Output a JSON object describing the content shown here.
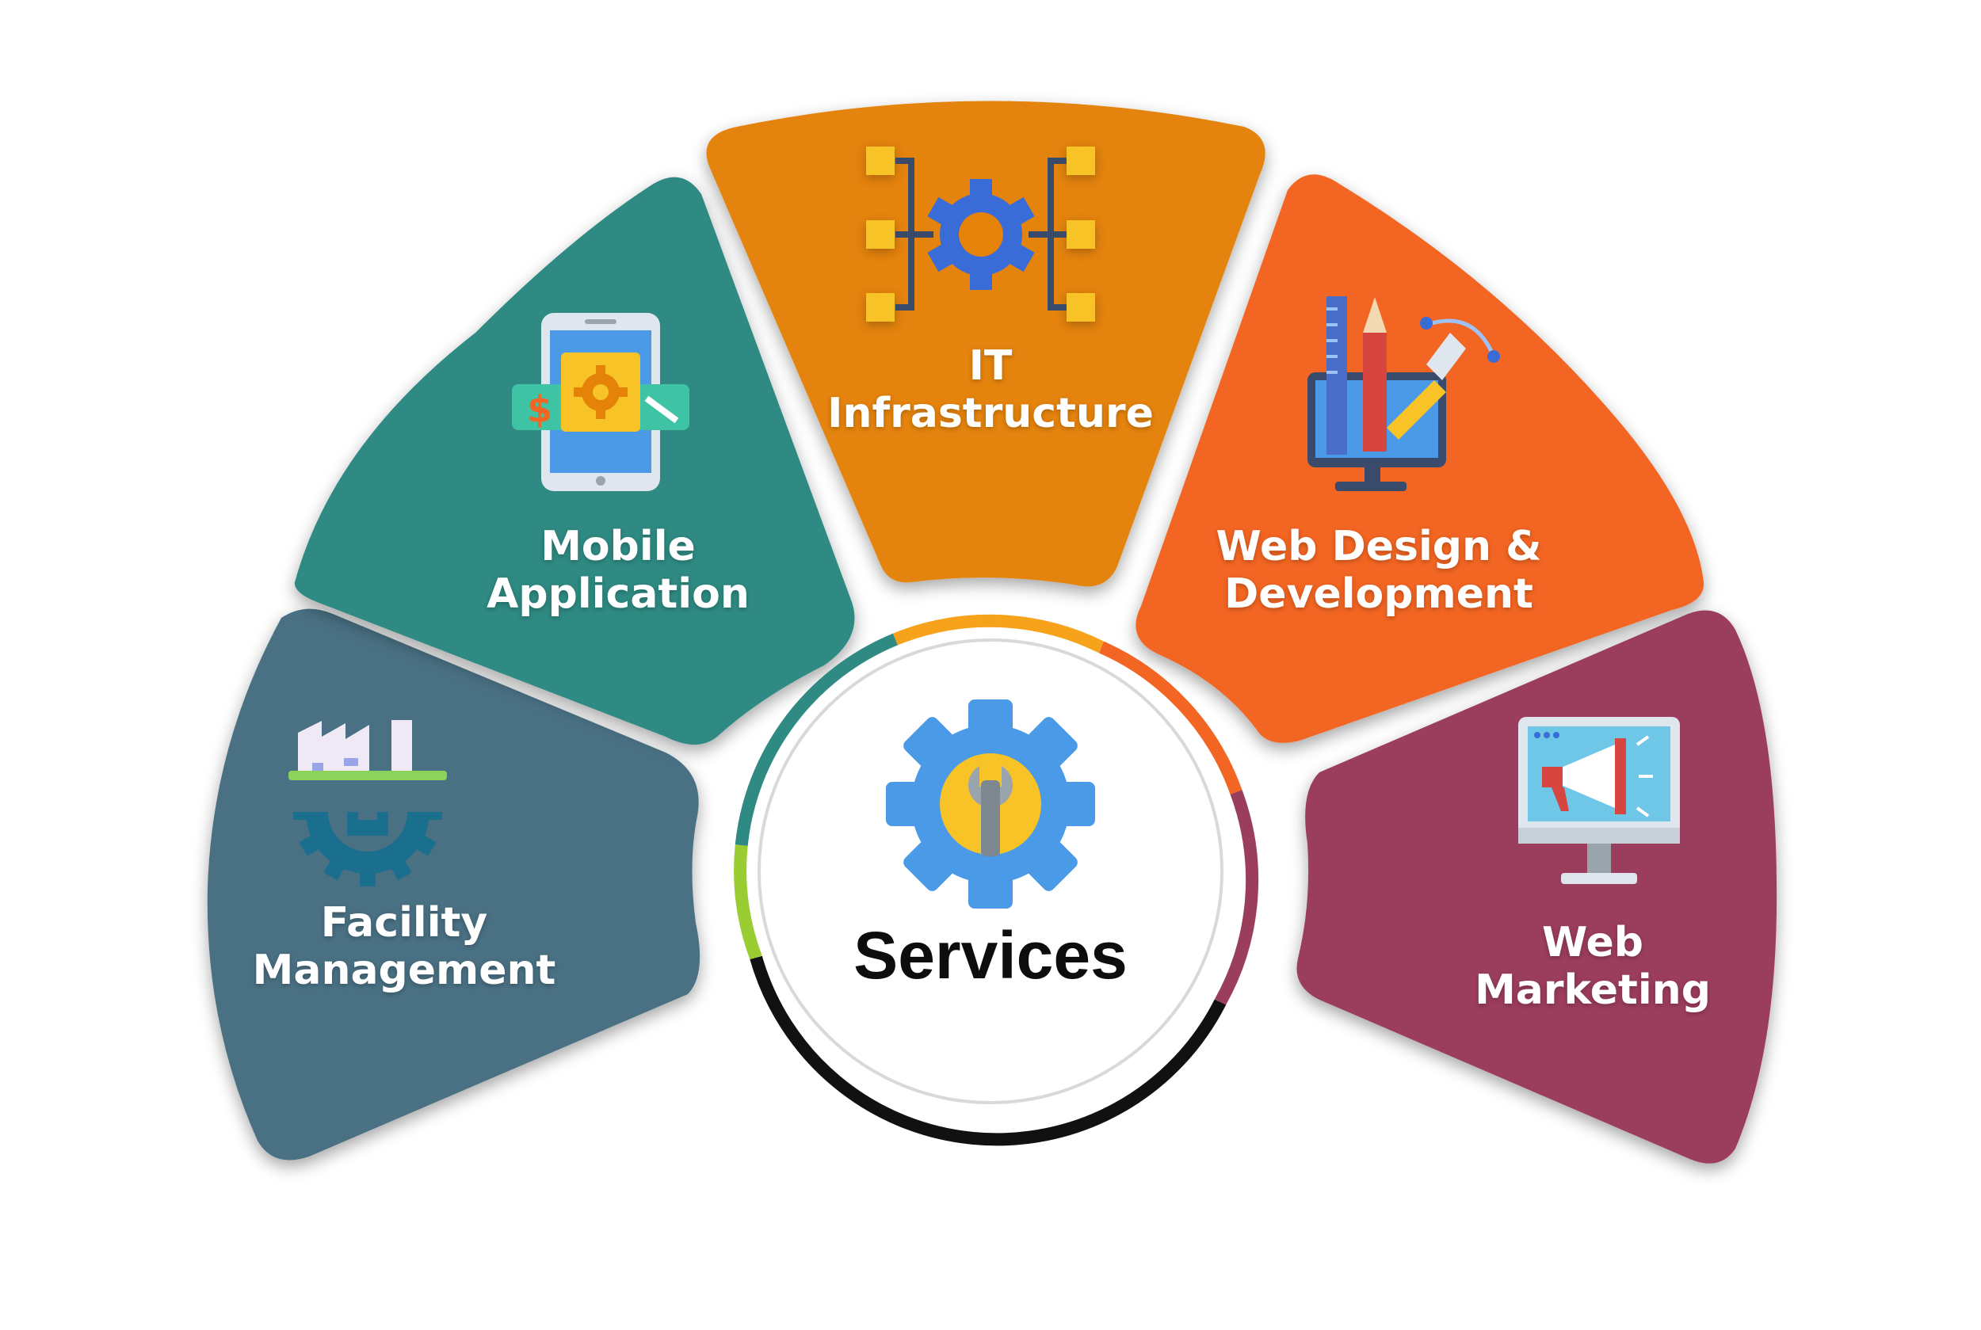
{
  "center": {
    "title": "Services",
    "icon": "wrench-gear-icon"
  },
  "services": [
    {
      "id": "facility",
      "line1": "Facility",
      "line2": "Management",
      "color": "#4a7083",
      "icon": "factory-gear-icon"
    },
    {
      "id": "mobile",
      "line1": "Mobile",
      "line2": "Application",
      "color": "#2e8a82",
      "icon": "mobile-app-icon"
    },
    {
      "id": "it",
      "line1": "IT",
      "line2": "Infrastructure",
      "color": "#e48308",
      "icon": "network-gear-icon"
    },
    {
      "id": "webdesign",
      "line1": "Web Design &",
      "line2": "Development",
      "color": "#f26522",
      "icon": "design-monitor-icon"
    },
    {
      "id": "webmkt",
      "line1": "Web",
      "line2": "Marketing",
      "color": "#9b3e5c",
      "icon": "megaphone-monitor-icon"
    }
  ],
  "ring_colors": [
    "#9acd32",
    "#2e8a82",
    "#f7a21b",
    "#f26522",
    "#9b3e5c",
    "#111111"
  ]
}
